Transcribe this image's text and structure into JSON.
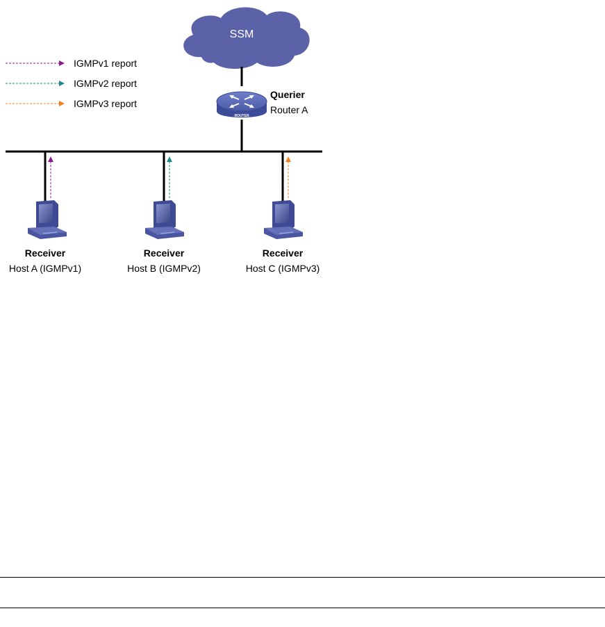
{
  "network": {
    "cloud_label": "SSM",
    "router": {
      "role": "Querier",
      "name": "Router A",
      "badge": "ROUTER"
    },
    "hosts": [
      {
        "role": "Receiver",
        "name": "Host A (IGMPv1)",
        "report": "igmpv1"
      },
      {
        "role": "Receiver",
        "name": "Host B (IGMPv2)",
        "report": "igmpv2"
      },
      {
        "role": "Receiver",
        "name": "Host C (IGMPv3)",
        "report": "igmpv3"
      }
    ]
  },
  "legend": {
    "items": [
      {
        "key": "igmpv1",
        "label": "IGMPv1 report",
        "color": "#8b1a8b"
      },
      {
        "key": "igmpv2",
        "label": "IGMPv2 report",
        "color": "#1a8a8a"
      },
      {
        "key": "igmpv3",
        "label": "IGMPv3 report",
        "color": "#f08020"
      }
    ]
  },
  "colors": {
    "cloud": "#5b62a8",
    "router_body": "#4a5aa6",
    "host_body": "#4a56a0",
    "bus": "#000000"
  },
  "icons": {
    "cloud": "cloud-icon",
    "router": "router-icon",
    "host": "computer-icon"
  }
}
